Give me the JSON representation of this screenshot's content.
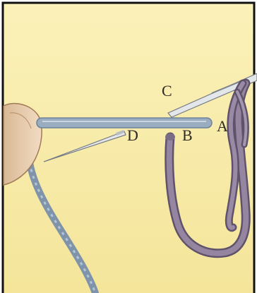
{
  "labels": {
    "a": "A",
    "b": "B",
    "c": "C",
    "d": "D"
  },
  "colors": {
    "background": "#f8eca6",
    "border": "#111111",
    "wool": "#8d7e95",
    "wool_dark": "#5f536b",
    "thread": "#92a6ba",
    "thread_dark": "#6d8198",
    "needle": "#d9dee2",
    "finger": "#e8cfb4"
  }
}
